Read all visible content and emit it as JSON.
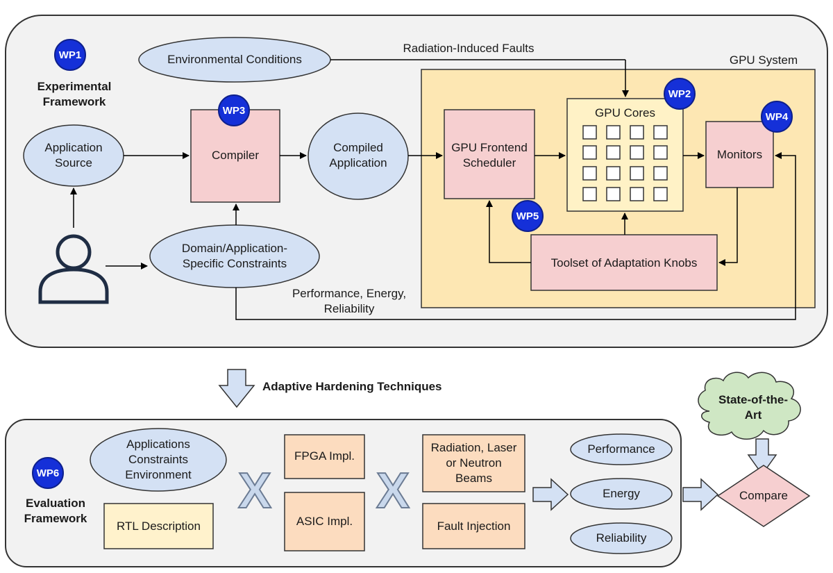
{
  "experimental": {
    "wp": "WP1",
    "title": "Experimental\nFramework",
    "env_conditions": "Environmental Conditions",
    "radiation_faults": "Radiation-Induced Faults",
    "gpu_system": "GPU System",
    "app_source": "Application\nSource",
    "compiler": "Compiler",
    "compiler_wp": "WP3",
    "compiled_app": "Compiled\nApplication",
    "frontend": "GPU Frontend\nScheduler",
    "gpu_cores": "GPU Cores",
    "gpu_cores_wp": "WP2",
    "monitors": "Monitors",
    "monitors_wp": "WP4",
    "constraints": "Domain/Application-\nSpecific Constraints",
    "toolset": "Toolset of Adaptation Knobs",
    "toolset_wp": "WP5",
    "feedback": "Performance, Energy,\nReliability"
  },
  "middle": {
    "adaptive": "Adaptive Hardening Techniques"
  },
  "evaluation": {
    "wp": "WP6",
    "title": "Evaluation\nFramework",
    "inputs": "Applications\nConstraints\nEnvironment",
    "rtl": "RTL Description",
    "fpga": "FPGA Impl.",
    "asic": "ASIC Impl.",
    "x1": "X",
    "x2": "X",
    "radiation": "Radiation, Laser\nor Neutron\nBeams",
    "fault_injection": "Fault Injection",
    "performance": "Performance",
    "energy": "Energy",
    "reliability": "Reliability",
    "state_of_art": "State-of-the-\nArt",
    "compare": "Compare"
  },
  "colors": {
    "panel": "#f2f2f2",
    "ellipse": "#d4e1f4",
    "pink": "#f6cfd0",
    "yellow_area": "#fde7b3",
    "cores": "#fff2c6",
    "orange_box": "#fcdcbf",
    "rtl": "#fff2cc",
    "cloud": "#cfe7c4",
    "wp": "#1530d8"
  }
}
